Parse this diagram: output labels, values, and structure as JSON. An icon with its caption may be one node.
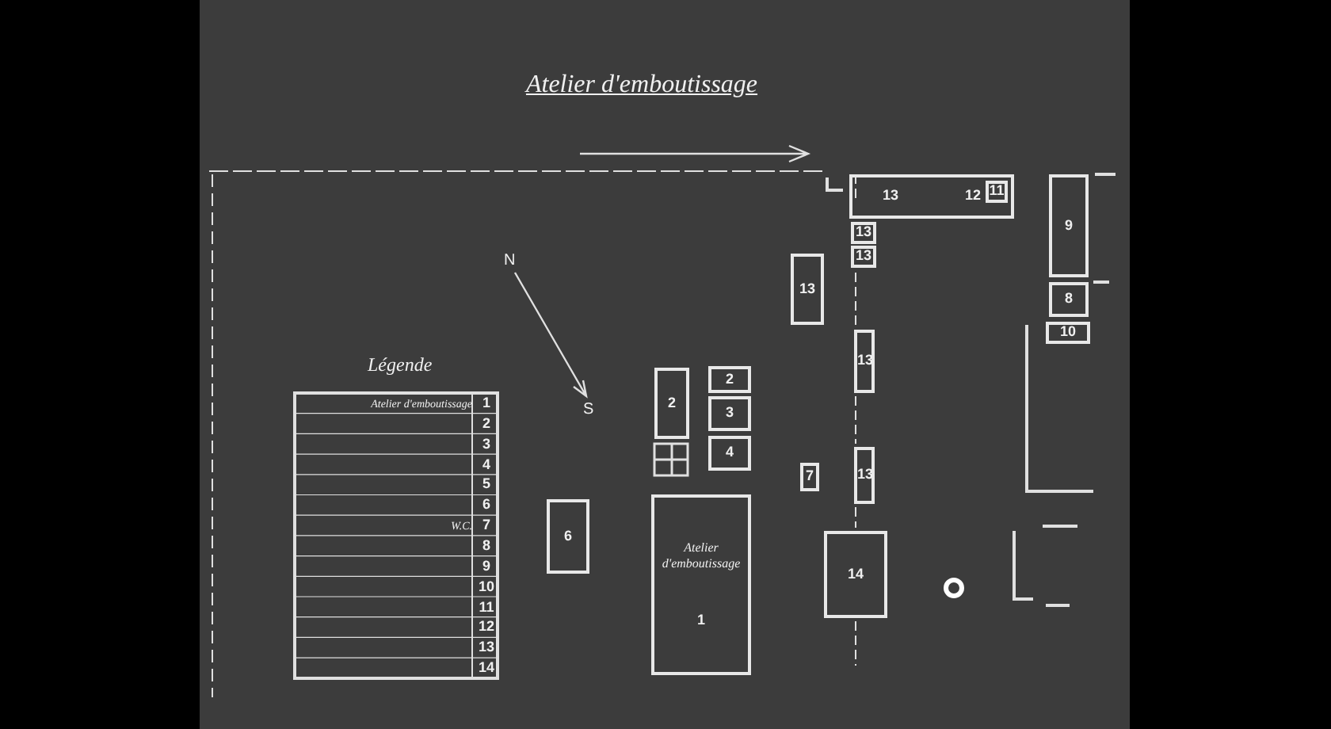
{
  "diagram": {
    "title": "Atelier d'emboutissage",
    "nodes": [
      {
        "text": [
          "Atelier d'emboutissage",
          "1"
        ]
      },
      {
        "text": [
          "2"
        ]
      },
      {
        "text": [
          "2"
        ]
      },
      {
        "text": [
          "3"
        ]
      },
      {
        "text": [
          "4"
        ]
      },
      {
        "text": [
          "6"
        ]
      },
      {
        "text": [
          "7"
        ]
      },
      {
        "text": [
          "13",
          "12"
        ]
      },
      {
        "text": [
          "11"
        ],
        "in": 7
      },
      {
        "text": [
          "13"
        ]
      },
      {
        "text": [
          "13"
        ]
      },
      {
        "text": [
          "13"
        ]
      },
      {
        "text": [
          "13"
        ]
      },
      {
        "text": [
          "13"
        ]
      },
      {
        "text": [
          "14"
        ]
      },
      {
        "text": [
          "9"
        ]
      },
      {
        "text": [
          "8"
        ]
      },
      {
        "text": [
          "10"
        ]
      }
    ],
    "edges": [],
    "labels": [
      "N",
      "S",
      "Légende",
      "Atelier d'emboutissage",
      "1",
      "2",
      "3",
      "4",
      "5",
      "6",
      "W.C.",
      "7",
      "8",
      "9",
      "10",
      "11",
      "12",
      "13",
      "14"
    ]
  }
}
